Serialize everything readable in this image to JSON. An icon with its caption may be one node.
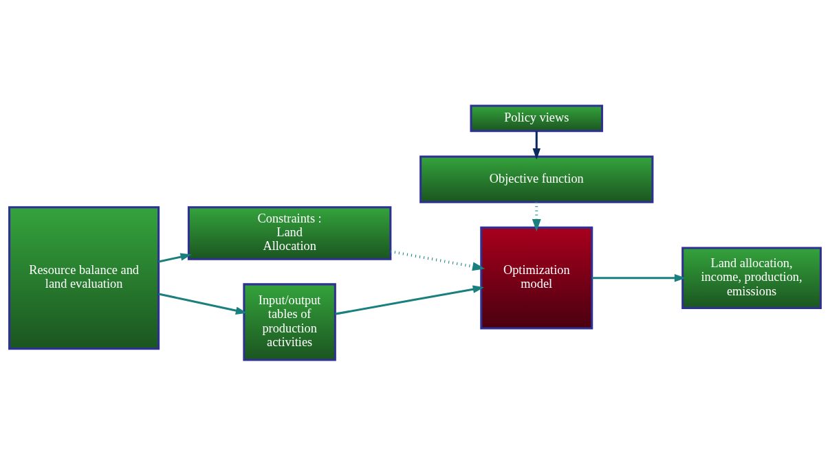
{
  "diagram": {
    "nodes": [
      {
        "text": [
          "Resource balance and land evaluation"
        ]
      },
      {
        "text": [
          "Constraints : Land Allocation"
        ]
      },
      {
        "text": [
          "Input/output tables of production activities"
        ]
      },
      {
        "text": [
          "Optimization model"
        ]
      },
      {
        "text": [
          "Land allocation, income, production, emissions"
        ]
      },
      {
        "text": [
          "Objective function"
        ]
      },
      {
        "text": [
          "Policy views"
        ]
      }
    ],
    "edges": [
      {
        "from": 0,
        "to": 1,
        "arrow": "to"
      },
      {
        "from": 0,
        "to": 2,
        "arrow": "to"
      },
      {
        "from": 2,
        "to": 3,
        "arrow": "to"
      },
      {
        "from": 1,
        "to": 3,
        "arrow": "to",
        "style": "dashed"
      },
      {
        "from": 3,
        "to": 4,
        "arrow": "to"
      },
      {
        "from": 5,
        "to": 3,
        "arrow": "to",
        "style": "dashed"
      },
      {
        "from": 6,
        "to": 5,
        "arrow": "to",
        "color": "#0d2a5c"
      }
    ]
  }
}
